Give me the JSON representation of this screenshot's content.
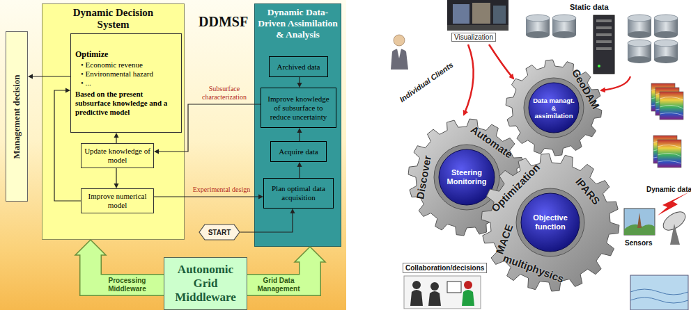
{
  "diagram": {
    "nodes": [
      {
        "text": [
          "Dynamic Decision System"
        ]
      },
      {
        "text": [
          "Optimize",
          "• Economic revenue",
          "• Environmental hazard",
          "• ...",
          "Based on the present subsurface knowledge and a predictive model"
        ],
        "in": 0
      },
      {
        "text": [
          "Update knowledge of model"
        ],
        "in": 0
      },
      {
        "text": [
          "Improve numerical model"
        ],
        "in": 0
      },
      {
        "text": [
          "Dynamic Data-Driven Assimilation & Analysis"
        ]
      },
      {
        "text": [
          "Archived data"
        ],
        "in": 4
      },
      {
        "text": [
          "Improve knowledge of subsurface to reduce uncertainty"
        ],
        "in": 4
      },
      {
        "text": [
          "Acquire data"
        ],
        "in": 4
      },
      {
        "text": [
          "Plan optimal data acquisition"
        ],
        "in": 4
      },
      {
        "text": [
          "START"
        ]
      },
      {
        "text": [
          "Management decision"
        ]
      },
      {
        "text": [
          "Autonomic Grid Middleware"
        ]
      },
      {
        "text": [
          "GeoDAM",
          "Data managt. & assimilation"
        ]
      },
      {
        "text": [
          "Automate",
          "Discover",
          "Steering Monitoring"
        ]
      },
      {
        "text": [
          "Optimization",
          "IPARS",
          "Objective function",
          "MACE",
          "multiphysics"
        ]
      }
    ],
    "edges": [
      {
        "from": 1,
        "to": 10,
        "arrow": "to"
      },
      {
        "from": 2,
        "to": 1,
        "arrow": "to"
      },
      {
        "from": 2,
        "to": 3,
        "arrow": "to"
      },
      {
        "from": 3,
        "to": 1,
        "arrow": "to"
      },
      {
        "from": 5,
        "to": 6,
        "arrow": "to"
      },
      {
        "from": 7,
        "to": 6,
        "arrow": "to"
      },
      {
        "from": 8,
        "to": 7,
        "arrow": "to"
      },
      {
        "from": 9,
        "to": 8,
        "arrow": "to"
      },
      {
        "from": 6,
        "to": 2,
        "label": "Subsurface characterization",
        "arrow": "to"
      },
      {
        "from": 3,
        "to": 8,
        "label": "Experimental design",
        "arrow": "to"
      },
      {
        "from": 11,
        "to": 0,
        "label": "Processing Middleware",
        "arrow": "to"
      },
      {
        "from": 11,
        "to": 4,
        "label": "Grid Data Management",
        "arrow": "to"
      }
    ],
    "labels": [
      "DDMSF",
      "Static data",
      "Visualization",
      "Individual Clients",
      "Dynamic data",
      "Sensors",
      "Collaboration/decisions"
    ]
  }
}
